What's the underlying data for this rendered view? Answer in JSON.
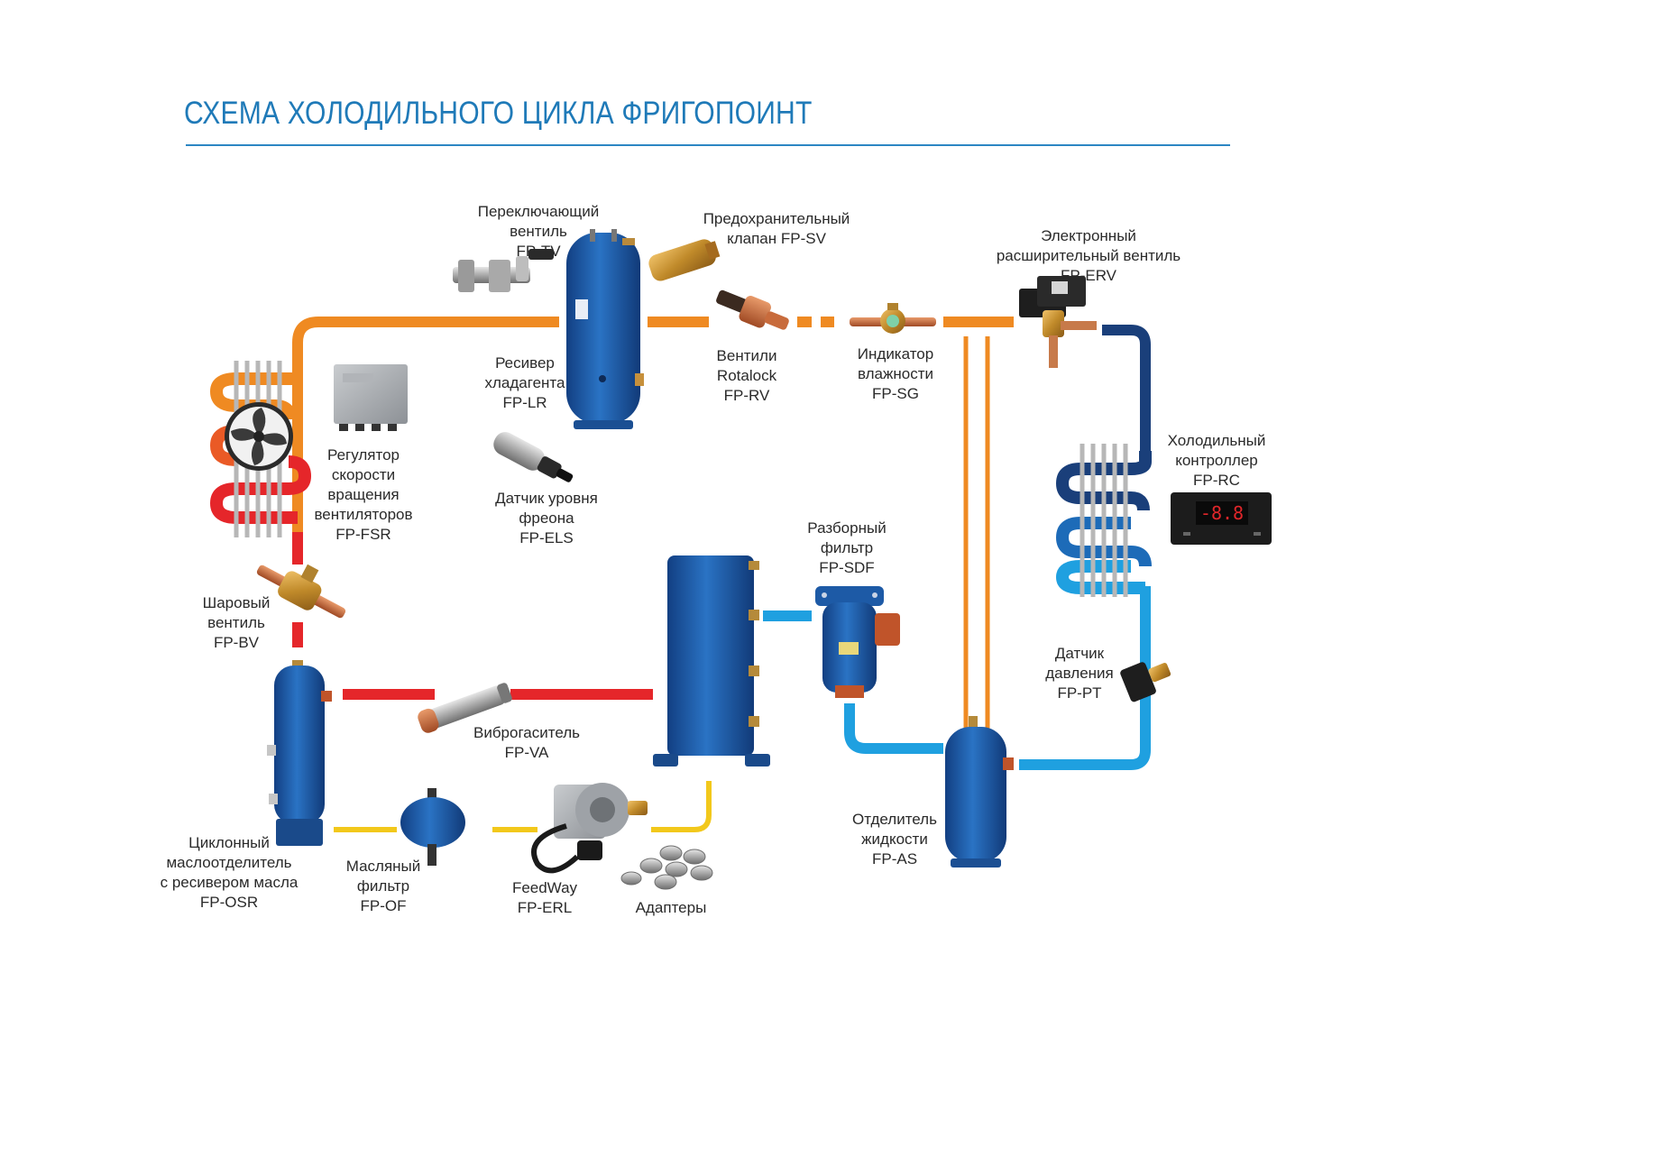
{
  "title": "СХЕМА ХОЛОДИЛЬНОГО ЦИКЛА ФРИГОПОИНТ",
  "colors": {
    "orange": "#ef8a22",
    "red": "#e5262a",
    "yellow": "#f2c81b",
    "light_blue": "#1fa0e0",
    "dark_blue": "#1a3f7a",
    "component_blue": "#1f5fae",
    "title_blue": "#1f7ab8"
  },
  "labels": {
    "tv": [
      "Переключающий",
      "вентиль",
      "FP-TV"
    ],
    "sv": [
      "Предохранительный",
      "клапан FP-SV"
    ],
    "erv": [
      "Электронный",
      "расширительный вентиль",
      "FP-ERV"
    ],
    "lr": [
      "Ресивер",
      "хладагента",
      "FP-LR"
    ],
    "rv": [
      "Вентили",
      "Rotalock",
      "FP-RV"
    ],
    "sg": [
      "Индикатор",
      "влажности",
      "FP-SG"
    ],
    "fsr": [
      "Регулятор",
      "скорости",
      "вращения",
      "вентиляторов",
      "FP-FSR"
    ],
    "els": [
      "Датчик уровня",
      "фреона",
      "FP-ELS"
    ],
    "rc": [
      "Холодильный",
      "контроллер",
      "FP-RC"
    ],
    "sdf": [
      "Разборный",
      "фильтр",
      "FP-SDF"
    ],
    "bv": [
      "Шаровый",
      "вентиль",
      "FP-BV"
    ],
    "pt": [
      "Датчик",
      "давления",
      "FP-PT"
    ],
    "va": [
      "Виброгаситель",
      "FP-VA"
    ],
    "as": [
      "Отделитель",
      "жидкости",
      "FP-AS"
    ],
    "osr": [
      "Циклонный",
      "маслоотделитель",
      "с ресивером масла",
      "FP-OSR"
    ],
    "of": [
      "Масляный",
      "фильтр",
      "FP-OF"
    ],
    "erl": [
      "FeedWay",
      "FP-ERL"
    ],
    "adapters": [
      "Адаптеры"
    ]
  },
  "controller_display": "-8.8"
}
